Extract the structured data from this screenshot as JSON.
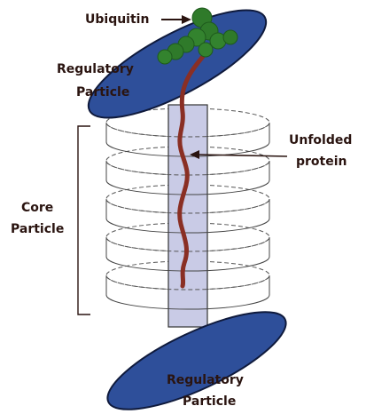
{
  "labels": {
    "ubiquitin": "Ubiquitin",
    "regulatory_top_line1": "Regulatory",
    "regulatory_top_line2": "Particle",
    "unfolded_line1": "Unfolded",
    "unfolded_line2": "protein",
    "core_line1": "Core",
    "core_line2": "Particle",
    "regulatory_bottom_line1": "Regulatory",
    "regulatory_bottom_line2": "Particle"
  },
  "colors": {
    "regulatory_particle": "#2e4f9a",
    "regulatory_outline": "#0f1a3c",
    "ubiquitin": "#2f7a2a",
    "ubiquitin_dark": "#1e5a1c",
    "core_ring_outline": "#555555",
    "channel_fill": "#c9cbe6",
    "protein": "#8a2f24",
    "text": "#2a1410"
  }
}
